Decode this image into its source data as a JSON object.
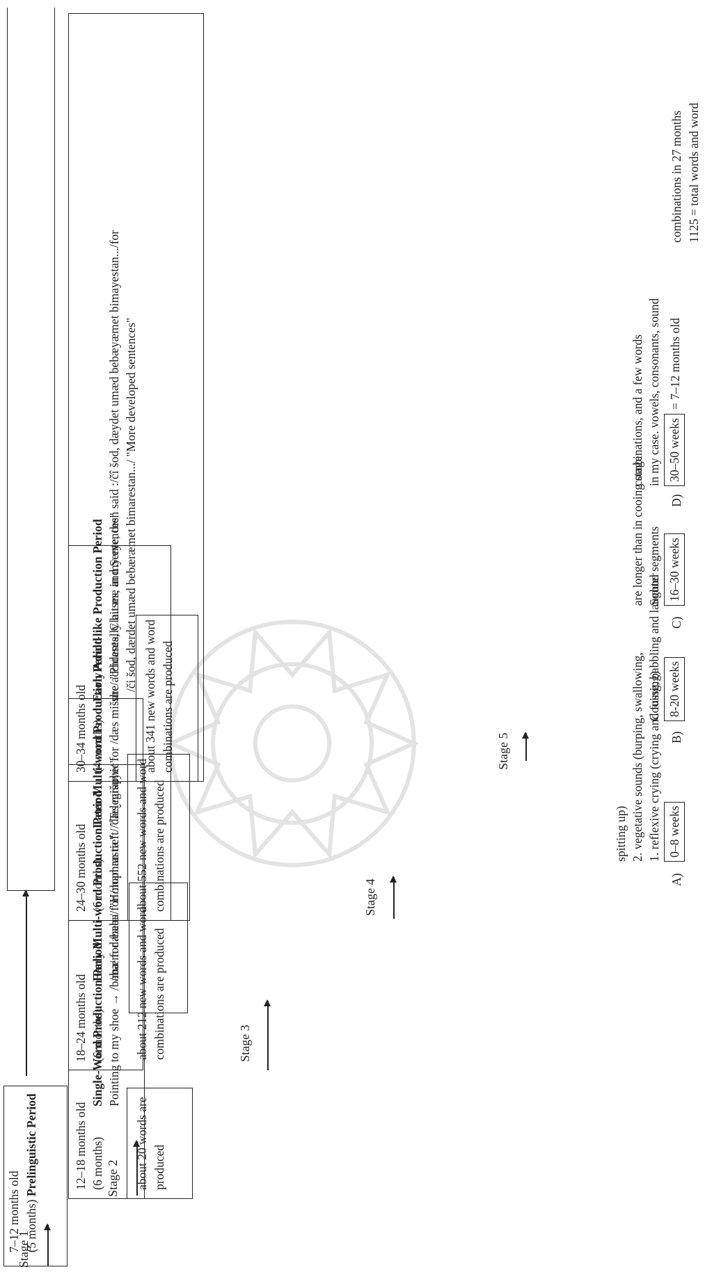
{
  "stages": [
    {
      "label": "Stage 1",
      "age": "7–12 months old",
      "duration": "(5 months)",
      "period": "Prelinguistic Period"
    },
    {
      "label": "Stage 2",
      "age": "12–18 months old",
      "duration": "(6 months)",
      "period": "Single-Word Production Period",
      "example": "Pointing to my shoe → /bəba/ for /baba/ \"Holophrastic\"",
      "count": "about 20 words are produced"
    },
    {
      "label": "Stage 3",
      "age": "18–24 months old",
      "duration": "(6 months)",
      "period": "Early Multi-word Production Period",
      "example": "/mæm dæææ/ for /maman ræft/ \"Telegraphic\"",
      "count": "about 212 new words and word combinations are produced"
    },
    {
      "label": "Stage 4",
      "age": "24–30 months old",
      "duration": "(6 months)",
      "period": "Later Multi-word Production Period",
      "example": "/dæs̬ mis̆uye/ for /dæs mis̆ure/ \"Phrases, Clauses, and Sentences\"",
      "count": "about 552 new words and word combinations are produced"
    },
    {
      "label": "Stage 5",
      "age": "30–34 months old",
      "duration": "(4 months)",
      "period": "Early Adult-like Production Period",
      "example_1": "she accidentally hit me in my eye, then said :/čî s̆od, dæydet umæd bebæyæmet bimayestan.../for",
      "example_2": "/či s̆od, dærdet umæd bebæræmet bimarestan.../ \"More developed sentences\"",
      "count": "about 341 new words and word combinations are produced"
    }
  ],
  "prelinguistic": [
    {
      "letter": "A)",
      "weeks": "0–8 weeks",
      "line_1": "1. reflexive crying (crying and fussing)",
      "line_2": "2. vegetative sounds (burping, swallowing,",
      "line_3": "spitting up)"
    },
    {
      "letter": "B)",
      "weeks": "8-20 weeks",
      "line_1": "Cooing, babbling and laughter"
    },
    {
      "letter": "C)",
      "weeks": "16–30 weeks",
      "line_1": "Sound segments",
      "line_2": "are longer than in cooing stage"
    },
    {
      "letter": "D)",
      "weeks": "30–50 weeks",
      "note": "= 7–12 months old",
      "line_1": "in my case. vowels, consonants, sound",
      "line_2": "combinations, and a few words"
    }
  ],
  "total": {
    "line_1": "1125 = total words and word",
    "line_2": "combinations in 27 months"
  }
}
